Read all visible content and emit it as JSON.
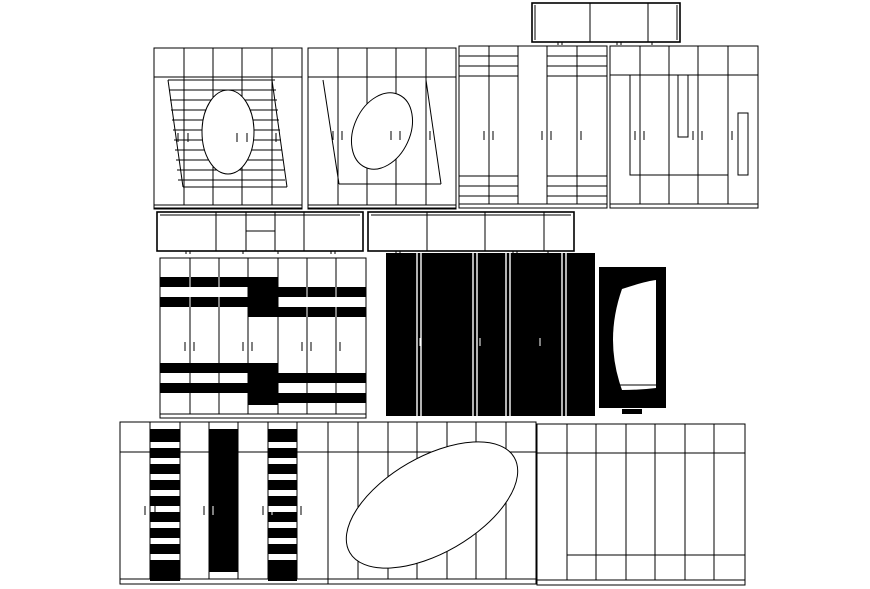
{
  "drawing": {
    "kind": "cad-elevation-sheet",
    "background": "#ffffff",
    "ink": "#000000",
    "elements": [
      {
        "id": "top-cabinet-wall-unit",
        "type": "wall-cabinet"
      },
      {
        "id": "wardrobe-1-stepped-oval",
        "type": "wardrobe"
      },
      {
        "id": "wardrobe-2-slanted-oval",
        "type": "wardrobe"
      },
      {
        "id": "wardrobe-3-banded",
        "type": "wardrobe"
      },
      {
        "id": "wardrobe-4-open-niche",
        "type": "wardrobe"
      },
      {
        "id": "wall-cabinet-left",
        "type": "wall-cabinet"
      },
      {
        "id": "wall-cabinet-right",
        "type": "wall-cabinet"
      },
      {
        "id": "wardrobe-5-striped",
        "type": "wardrobe"
      },
      {
        "id": "wardrobe-6-solid-black",
        "type": "wardrobe"
      },
      {
        "id": "mirror-frame",
        "type": "mirror"
      },
      {
        "id": "wardrobe-7-ladder-strips",
        "type": "wardrobe"
      },
      {
        "id": "wardrobe-8-large-oval",
        "type": "wardrobe"
      },
      {
        "id": "wardrobe-9-plain-panels",
        "type": "wardrobe"
      }
    ]
  }
}
